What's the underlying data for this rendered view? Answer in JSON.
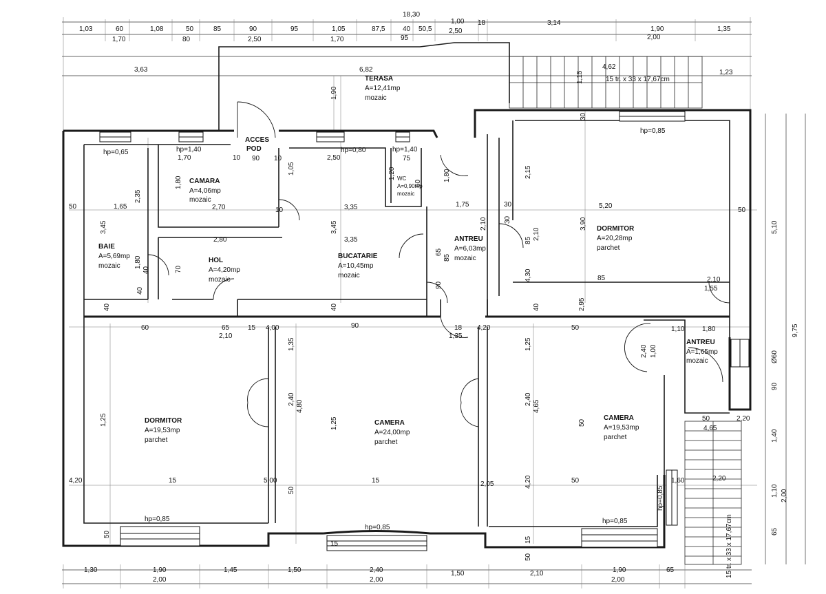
{
  "overall_width_label": "18,30",
  "terrace": {
    "name": "TERASA",
    "area": "A=12,41mp",
    "finish": "mozaic"
  },
  "attic_access": {
    "line1": "ACCES",
    "line2": "POD"
  },
  "rooms": [
    {
      "id": "camara",
      "name": "CAMARA",
      "area": "A=4,06mp",
      "finish": "mozaic"
    },
    {
      "id": "wc",
      "name": "WC",
      "area": "A=0,90mp",
      "finish": "mozaic"
    },
    {
      "id": "baie",
      "name": "BAIE",
      "area": "A=5,69mp",
      "finish": "mozaic"
    },
    {
      "id": "hol",
      "name": "HOL",
      "area": "A=4,20mp",
      "finish": "mozaic"
    },
    {
      "id": "bucatarie",
      "name": "BUCATARIE",
      "area": "A=10,45mp",
      "finish": "mozaic"
    },
    {
      "id": "antreu-1",
      "name": "ANTREU",
      "area": "A=6,03mp",
      "finish": "mozaic"
    },
    {
      "id": "dormitor-1",
      "name": "DORMITOR",
      "area": "A=20,28mp",
      "finish": "parchet"
    },
    {
      "id": "antreu-2",
      "name": "ANTREU",
      "area": "A=1,65mp",
      "finish": "mozaic"
    },
    {
      "id": "dormitor-2",
      "name": "DORMITOR",
      "area": "A=19,53mp",
      "finish": "parchet"
    },
    {
      "id": "camera-1",
      "name": "CAMERA",
      "area": "A=24,00mp",
      "finish": "parchet"
    },
    {
      "id": "camera-2",
      "name": "CAMERA",
      "area": "A=19,53mp",
      "finish": "parchet"
    }
  ],
  "stairs": [
    {
      "id": "stair-top",
      "label": "15 tr. x 33 x 17,67cm"
    },
    {
      "id": "stair-right",
      "label": "15 tr. x 33 x 17,67cm"
    }
  ],
  "window_heights": [
    "hp=0,65",
    "hp=1,40",
    "hp=0,80",
    "hp=1,40",
    "hp=0,85",
    "hp=0,85",
    "hp=0,85",
    "hp=0,85",
    "hp=0,85"
  ],
  "dims_top_row1": [
    "1,03",
    "60",
    "1,08",
    "50",
    "85",
    "90",
    "95",
    "1,05",
    "87,5",
    "40",
    "50,5",
    "18",
    "3,14",
    "1,90",
    "1,35"
  ],
  "dims_top_row2": [
    "1,70",
    "80",
    "2,50",
    "1,70",
    "95",
    "2,50",
    "2,00"
  ],
  "dims_top_row3": [
    "3,63",
    "6,82",
    "4,62",
    "1,23"
  ],
  "dims_bottom_row1": [
    "1,30",
    "1,90",
    "1,45",
    "1,50",
    "2,40",
    "1,50",
    "2,10",
    "1,90",
    "65"
  ],
  "dims_bottom_row2": [
    "2,00",
    "2,00",
    "2,00"
  ],
  "dims_right_col": [
    "5,10",
    "9,75",
    "90",
    "1,40",
    "1,10",
    "2,00",
    "65",
    "Ø60"
  ],
  "dims_interior": [
    "1,90",
    "1,15",
    "30",
    "1,70",
    "10",
    "90",
    "10",
    "2,50",
    "75",
    "1,80",
    "2,35",
    "1,65",
    "50",
    "2,70",
    "10",
    "3,35",
    "1,75",
    "30",
    "5,20",
    "50",
    "1,05",
    "1,20",
    "60",
    "1,80",
    "2,15",
    "30",
    "3,90",
    "85",
    "2,10",
    "3,45",
    "2,80",
    "3,35",
    "3,45",
    "2,10",
    "85",
    "65",
    "90",
    "4,30",
    "85",
    "2,10",
    "1,55",
    "70",
    "1,80",
    "40",
    "40",
    "40",
    "40",
    "40",
    "2,95",
    "60",
    "65",
    "15",
    "4,00",
    "90",
    "18",
    "4,20",
    "50",
    "1,10",
    "1,80",
    "2,10",
    "1,35",
    "1,35",
    "1,25",
    "2,40",
    "1,00",
    "50",
    "2,20",
    "4,65",
    "1,25",
    "2,40",
    "4,80",
    "1,25",
    "2,40",
    "4,65",
    "50",
    "4,20",
    "15",
    "5,00",
    "15",
    "2,05",
    "4,20",
    "50",
    "1,60",
    "2,20",
    "50",
    "50",
    "15",
    "15",
    "50"
  ]
}
